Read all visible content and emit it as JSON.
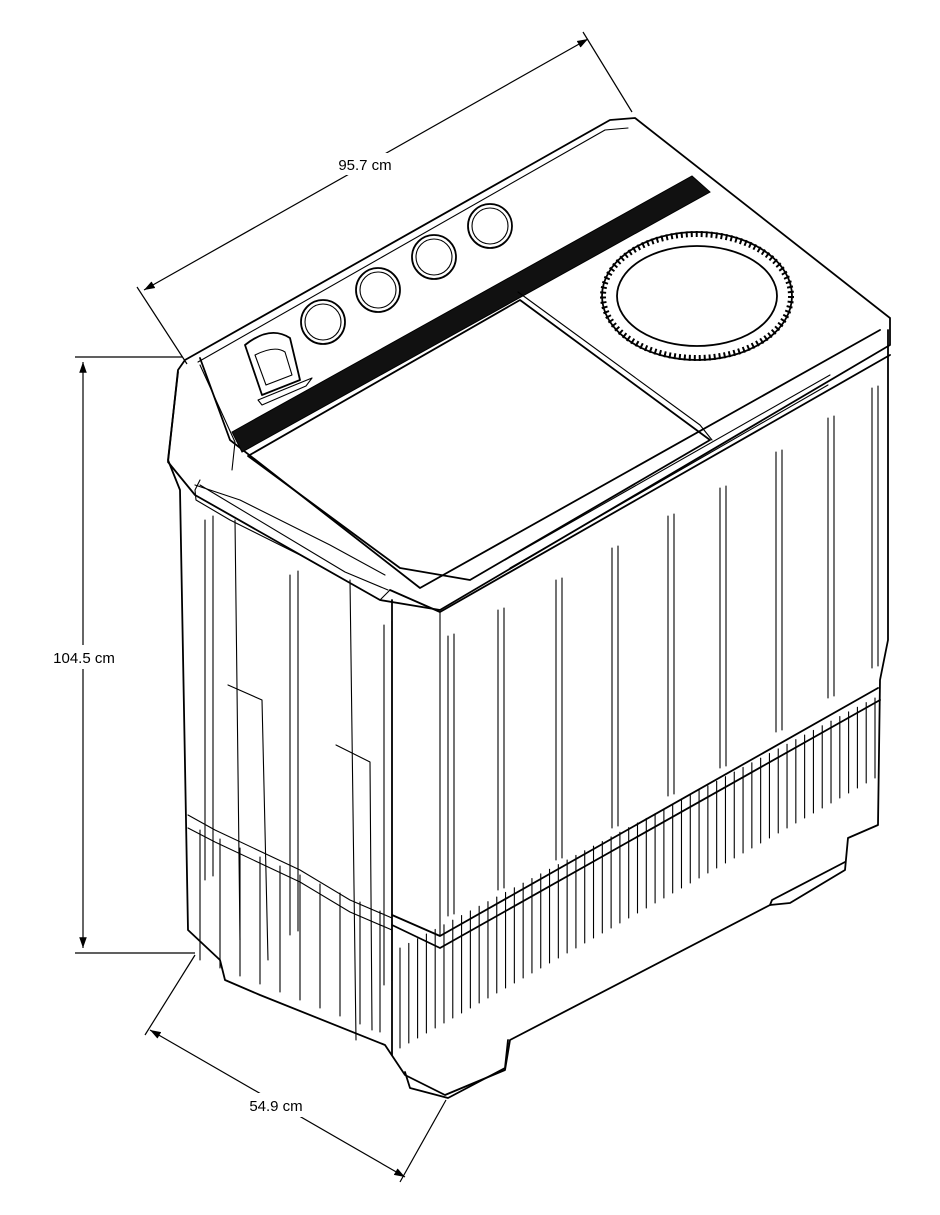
{
  "dimensions": {
    "width_label": "95.7 cm",
    "height_label": "104.5 cm",
    "depth_label": "54.9 cm"
  },
  "colors": {
    "line": "#000000",
    "background": "#ffffff",
    "stripe": "#111111"
  },
  "icons": {
    "knob": "rotary-knob-icon",
    "lid": "spin-lid-icon",
    "dispenser": "detergent-dispenser-icon"
  }
}
